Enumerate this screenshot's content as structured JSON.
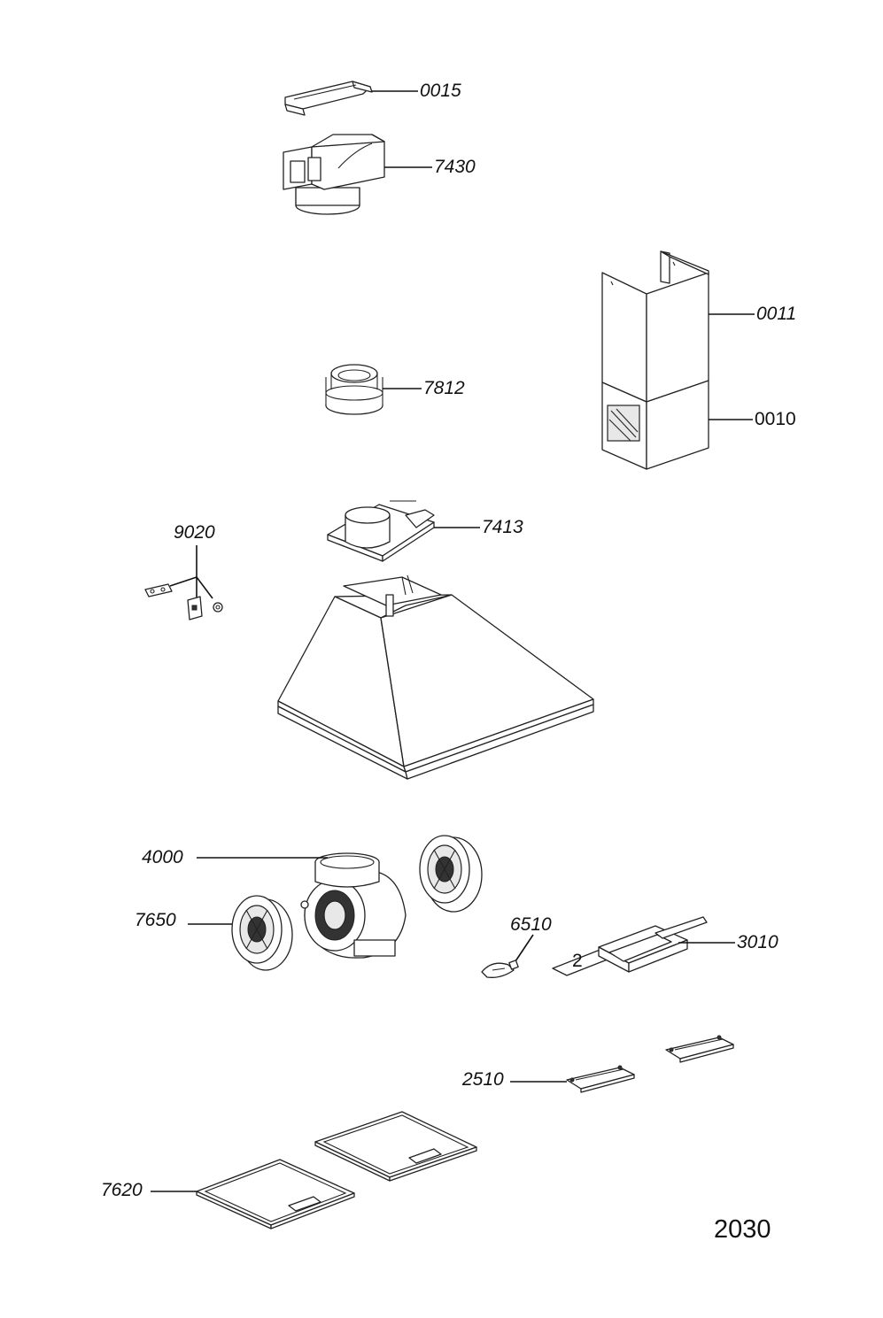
{
  "diagram_number": "2030",
  "parts": {
    "p0015": "0015",
    "p7430": "7430",
    "p0011": "0011",
    "p0010": "0010",
    "p7812": "7812",
    "p7413": "7413",
    "p9020": "9020",
    "p4000": "4000",
    "p7650": "7650",
    "p6510": "6510",
    "p3010": "3010",
    "p2510": "2510",
    "p7620": "7620"
  }
}
